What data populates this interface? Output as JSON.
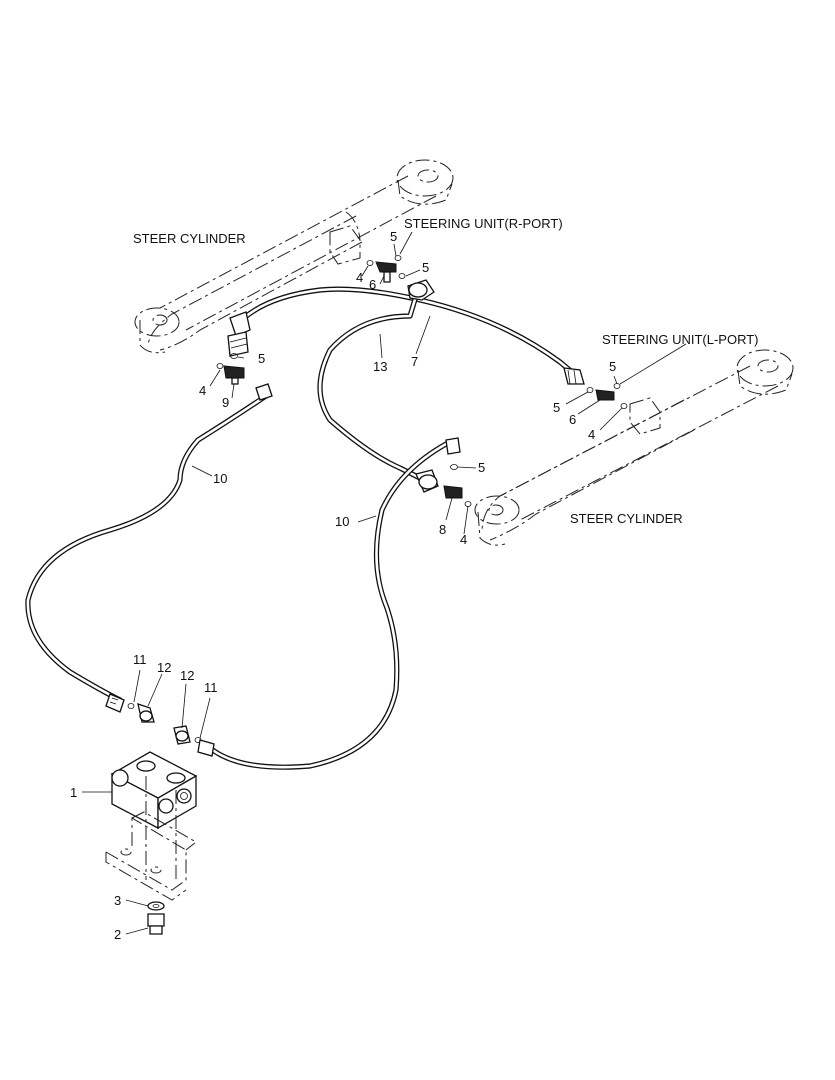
{
  "labels": {
    "steer_cylinder_left": "STEER CYLINDER",
    "steer_cylinder_right": "STEER CYLINDER",
    "steering_unit_r": "STEERING UNIT(R-PORT)",
    "steering_unit_l": "STEERING UNIT(L-PORT)"
  },
  "callouts": {
    "c5_a": "5",
    "c4_a": "4",
    "c5_b": "5",
    "c6_a": "6",
    "c5_c": "5",
    "c4_b": "4",
    "c9": "9",
    "c13": "13",
    "c7": "7",
    "c5_d": "5",
    "c5_e": "5",
    "c6_b": "6",
    "c4_c": "4",
    "c10_a": "10",
    "c5_f": "5",
    "c10_b": "10",
    "c8": "8",
    "c4_d": "4",
    "c11_a": "11",
    "c12_a": "12",
    "c12_b": "12",
    "c11_b": "11",
    "c1": "1",
    "c3": "3",
    "c2": "2"
  }
}
